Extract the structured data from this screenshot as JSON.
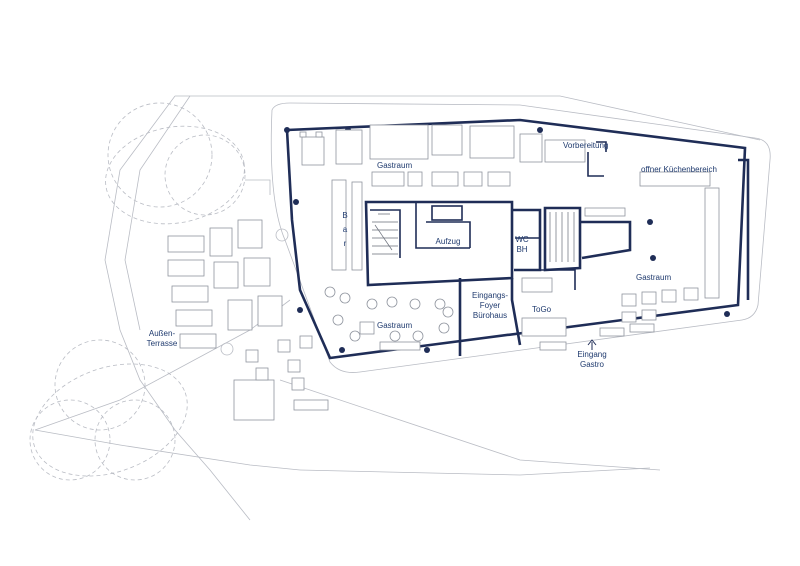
{
  "colors": {
    "wall": "#1f2d57",
    "label": "#1f3a6e",
    "line": "#b9bcc4",
    "furniture": "#8f949e",
    "background": "#ffffff"
  },
  "rooms": {
    "gastraum_north": "Gastraum",
    "bar_b": "B",
    "bar_a": "a",
    "bar_r": "r",
    "aufzug": "Aufzug",
    "wc": "WC",
    "bh": "BH",
    "vorbereitung": "Vorbereitung",
    "kitchen": "offner Küchenbereich",
    "gastraum_east": "Gastraum",
    "foyer_1": "Eingangs-",
    "foyer_2": "Foyer",
    "foyer_3": "Bürohaus",
    "togo": "ToGo",
    "gastraum_south": "Gastraum",
    "entrance_1": "Eingang",
    "entrance_2": "Gastro",
    "terrace_1": "Außen-",
    "terrace_2": "Terrasse"
  }
}
